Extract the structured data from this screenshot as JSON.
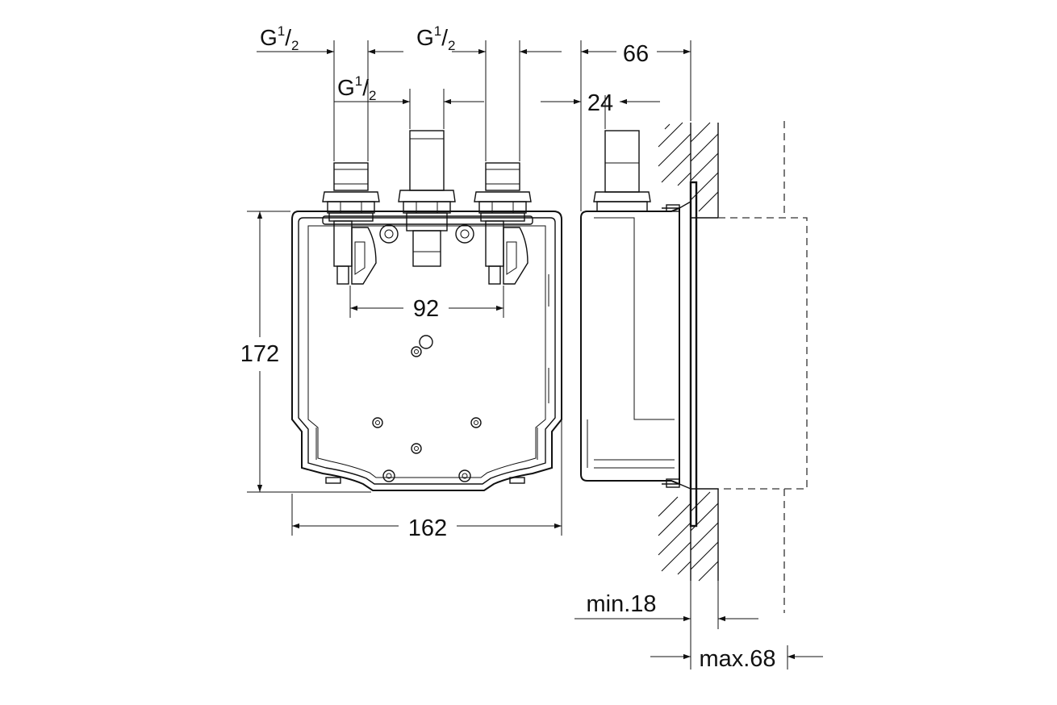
{
  "dimensions": {
    "thread_left": {
      "main": "G",
      "sup": "1",
      "den": "2"
    },
    "thread_middle_top": {
      "main": "G",
      "sup": "1",
      "den": "2"
    },
    "thread_middle": {
      "main": "G",
      "sup": "1",
      "den": "2"
    },
    "depth_66": "66",
    "depth_24": "24",
    "spacing_92": "92",
    "height_172": "172",
    "width_162": "162",
    "min_18": "min.18",
    "max_68": "max.68"
  }
}
